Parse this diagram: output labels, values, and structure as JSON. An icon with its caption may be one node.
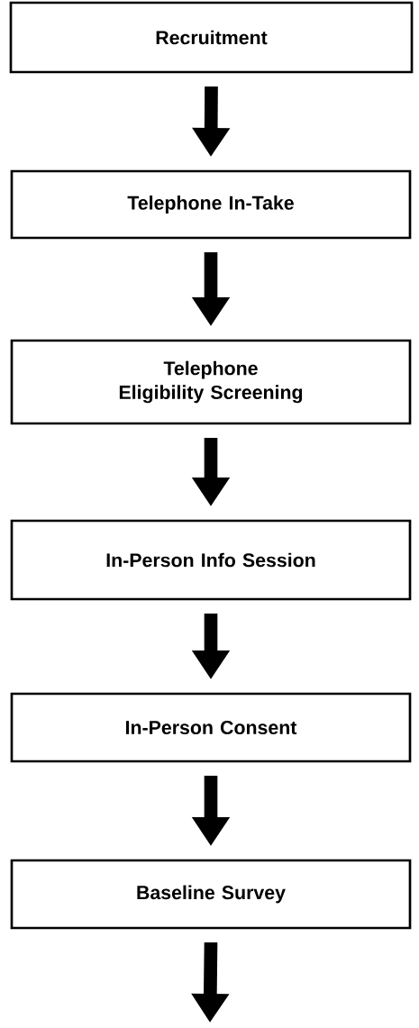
{
  "diagram": {
    "nodes": [
      {
        "text": [
          "Recruitment"
        ]
      },
      {
        "text": [
          "Telephone In-Take"
        ]
      },
      {
        "text": [
          "Telephone Eligibility Screening"
        ]
      },
      {
        "text": [
          "In-Person Info Session"
        ]
      },
      {
        "text": [
          "In-Person Consent"
        ]
      },
      {
        "text": [
          "Baseline Survey"
        ]
      }
    ],
    "edges": [
      {
        "from": 0,
        "to": 1,
        "arrow": "to"
      },
      {
        "from": 1,
        "to": 2,
        "arrow": "to"
      },
      {
        "from": 2,
        "to": 3,
        "arrow": "to"
      },
      {
        "from": 3,
        "to": 4,
        "arrow": "to"
      },
      {
        "from": 4,
        "to": 5,
        "arrow": "to"
      },
      {
        "from": 5,
        "to": null,
        "arrow": "to"
      }
    ]
  }
}
